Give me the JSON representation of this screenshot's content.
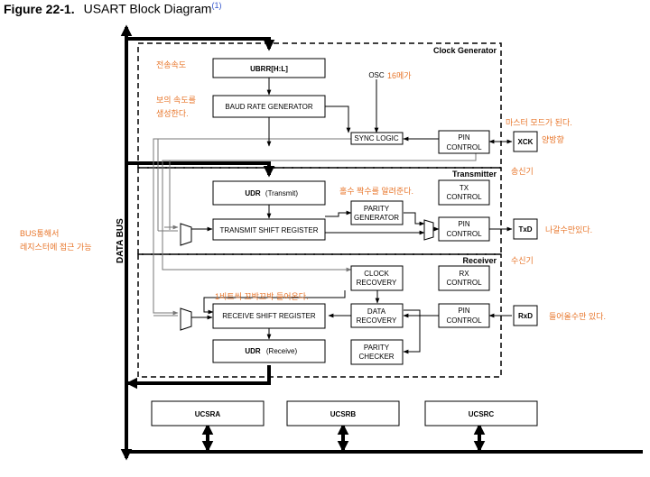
{
  "figure": {
    "number": "Figure 22-1.",
    "title": "USART Block Diagram",
    "note": "(1)"
  },
  "sections": {
    "clock_generator": "Clock Generator",
    "transmitter": "Transmitter",
    "receiver": "Receiver"
  },
  "bus_label": "DATA BUS",
  "blocks": {
    "ubrr": "UBRR[H:L]",
    "baud_rate_generator": "BAUD RATE GENERATOR",
    "osc": "OSC",
    "sync_logic": "SYNC LOGIC",
    "pin_control": [
      "PIN",
      "CONTROL"
    ],
    "udr_transmit": [
      "UDR",
      "(Transmit)"
    ],
    "tx_control": [
      "TX",
      "CONTROL"
    ],
    "parity_generator": [
      "PARITY",
      "GENERATOR"
    ],
    "transmit_shift_register": "TRANSMIT SHIFT REGISTER",
    "clock_recovery": [
      "CLOCK",
      "RECOVERY"
    ],
    "rx_control": [
      "RX",
      "CONTROL"
    ],
    "receive_shift_register": "RECEIVE SHIFT REGISTER",
    "data_recovery": [
      "DATA",
      "RECOVERY"
    ],
    "udr_receive": [
      "UDR",
      "(Receive)"
    ],
    "parity_checker": [
      "PARITY",
      "CHECKER"
    ],
    "ucsra": "UCSRA",
    "ucsrb": "UCSRB",
    "ucsrc": "UCSRC"
  },
  "pins": {
    "xck": "XCK",
    "txd": "TxD",
    "rxd": "RxD"
  },
  "annotations": {
    "transfer_speed": "전송속도",
    "baud_line1": "보의 속도를",
    "baud_line2": "생성한다.",
    "osc_freq": "16메가",
    "master_mode": "마스터 모드가 된다.",
    "bidirectional": "양방향",
    "transmitter": "송신기",
    "parity_info": "홀수 짝수를 알려준다.",
    "bus_line1": "BUS통해서",
    "bus_line2": "레지스터에 접근 가능",
    "output_only": "나갈수만있다.",
    "receiver": "수신기",
    "bit_by_bit": "1비트씩 꼬박꼬박 들어온다.",
    "input_only": "들어올수만 있다."
  }
}
